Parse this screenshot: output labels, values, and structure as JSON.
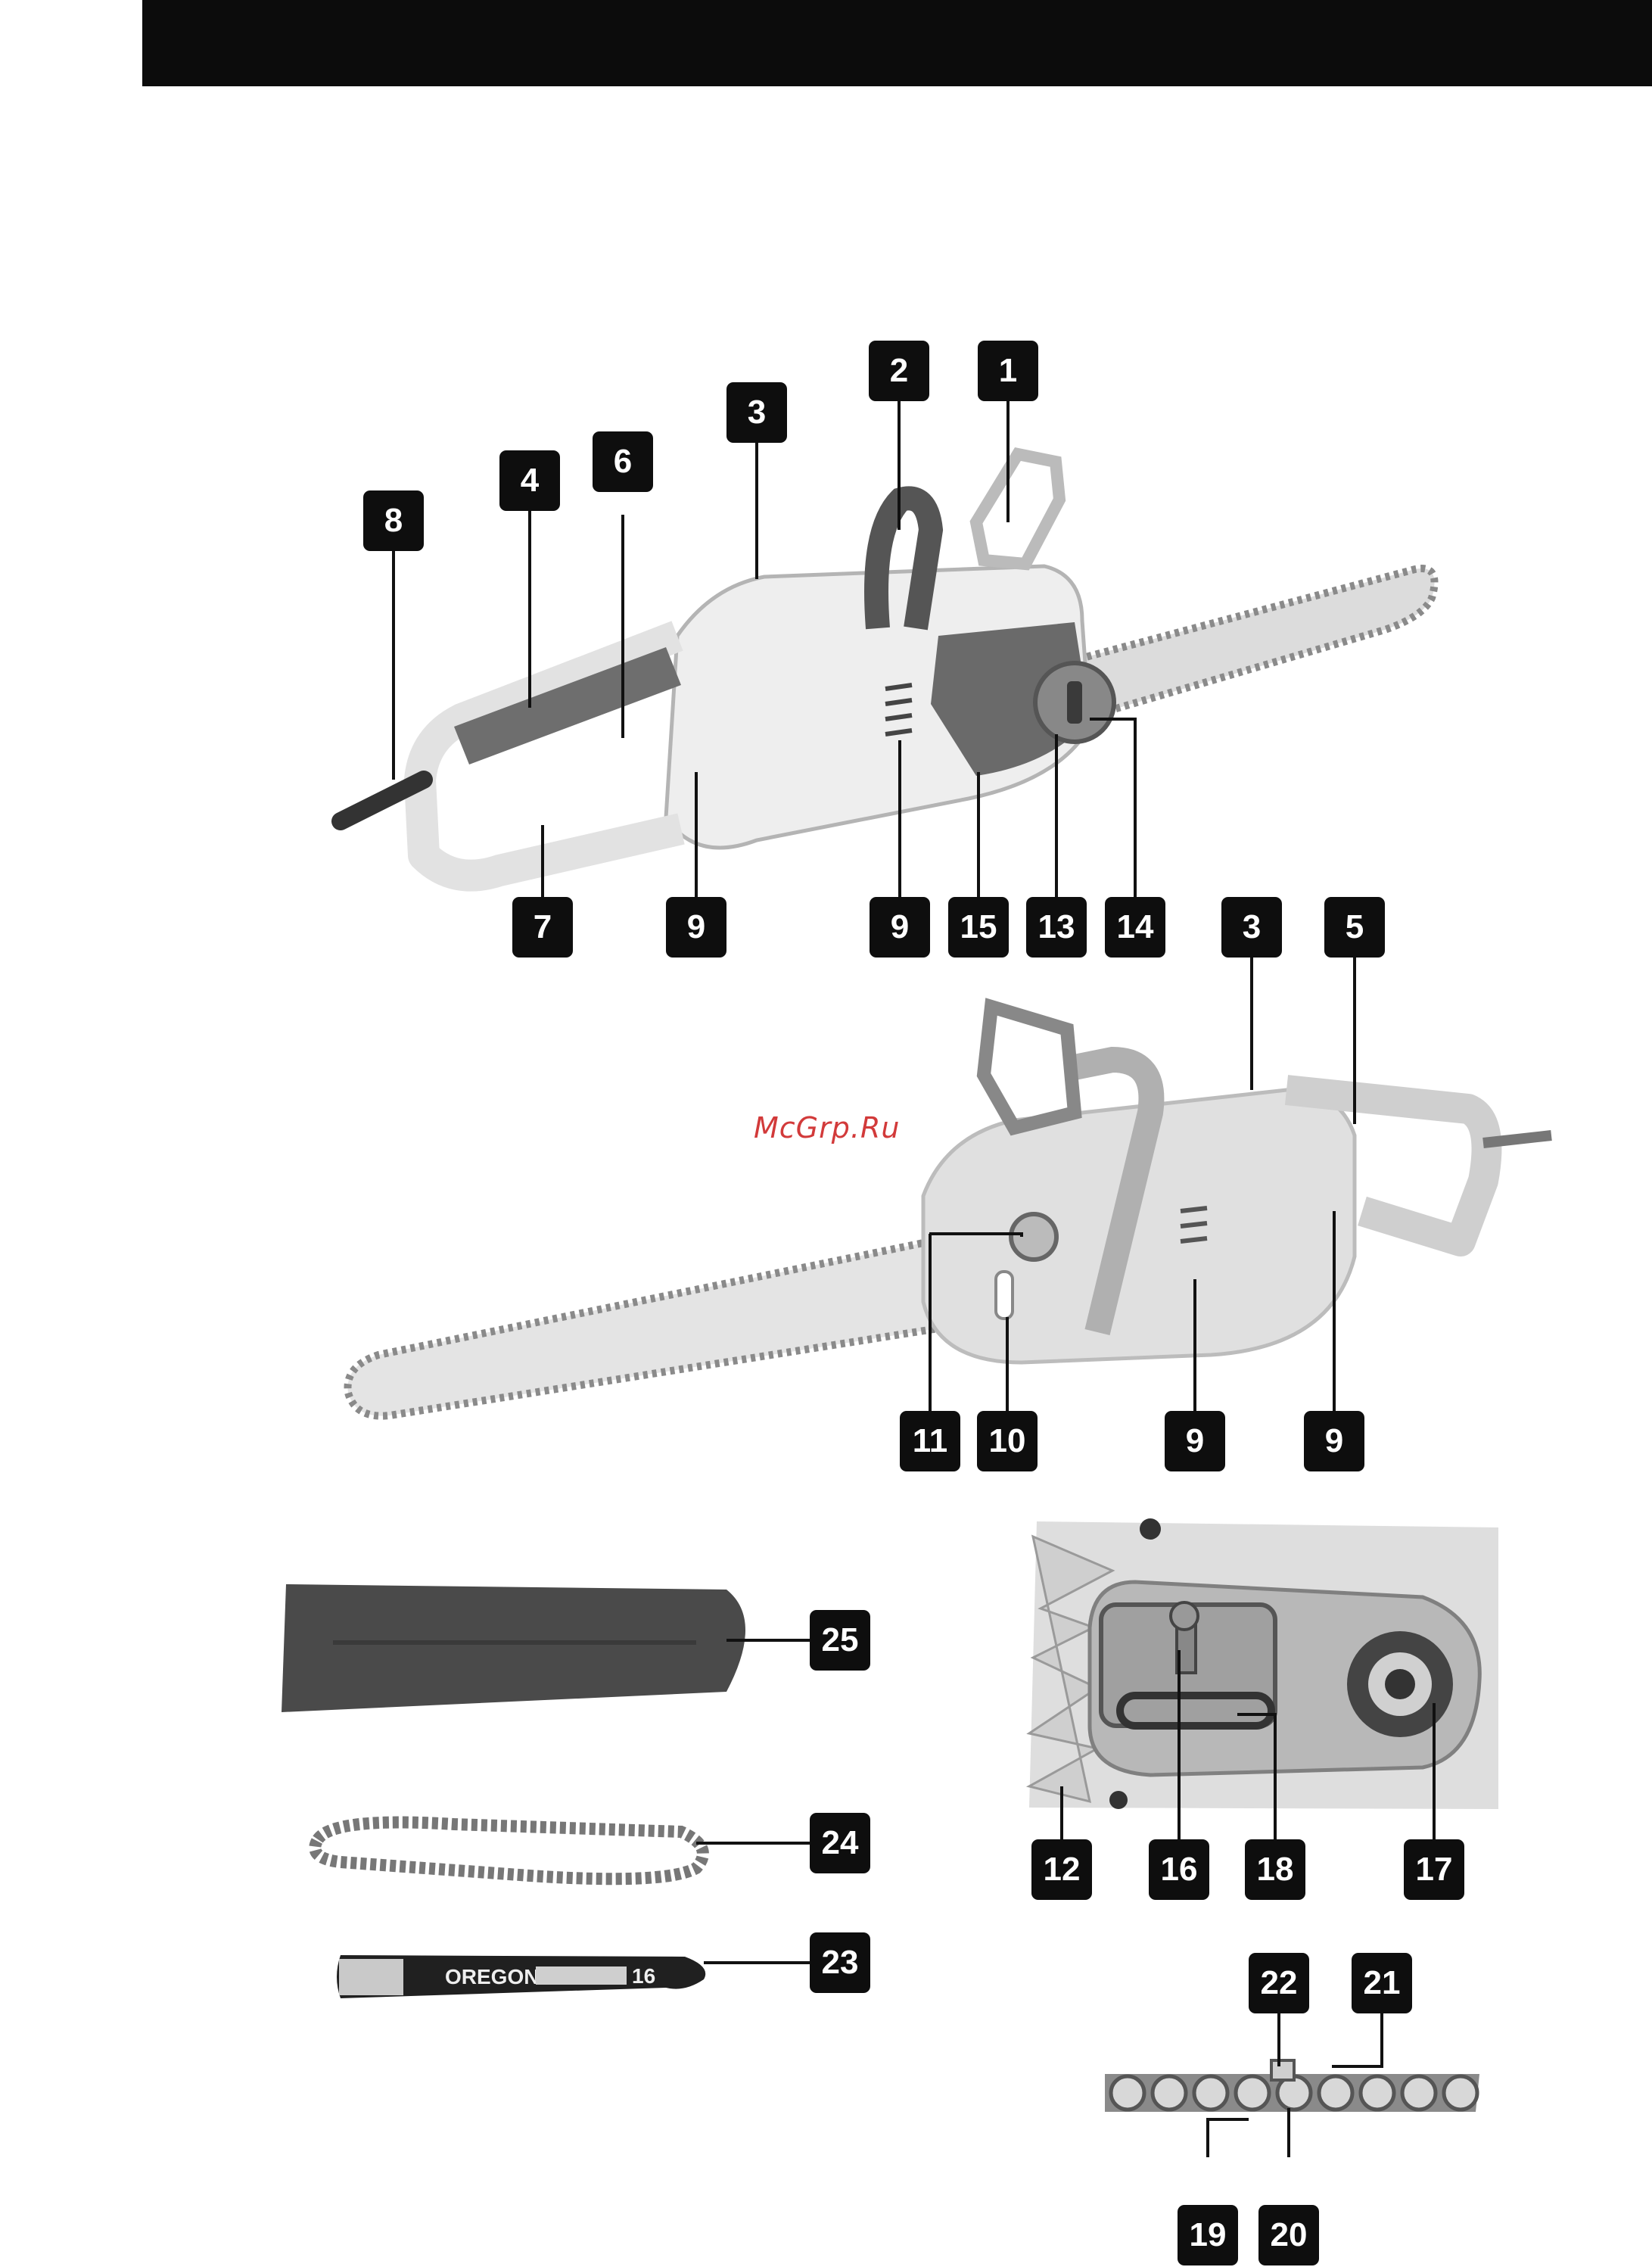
{
  "watermark": "McGrp.Ru",
  "bar_brand": "OREGON",
  "bar_size": "16",
  "callouts": [
    {
      "id": "1",
      "label": "1"
    },
    {
      "id": "2",
      "label": "2"
    },
    {
      "id": "3a",
      "label": "3"
    },
    {
      "id": "4",
      "label": "4"
    },
    {
      "id": "6",
      "label": "6"
    },
    {
      "id": "8",
      "label": "8"
    },
    {
      "id": "7",
      "label": "7"
    },
    {
      "id": "9a",
      "label": "9"
    },
    {
      "id": "9b",
      "label": "9"
    },
    {
      "id": "15",
      "label": "15"
    },
    {
      "id": "13",
      "label": "13"
    },
    {
      "id": "14",
      "label": "14"
    },
    {
      "id": "3b",
      "label": "3"
    },
    {
      "id": "5",
      "label": "5"
    },
    {
      "id": "11",
      "label": "11"
    },
    {
      "id": "10",
      "label": "10"
    },
    {
      "id": "9c",
      "label": "9"
    },
    {
      "id": "9d",
      "label": "9"
    },
    {
      "id": "25",
      "label": "25"
    },
    {
      "id": "24",
      "label": "24"
    },
    {
      "id": "23",
      "label": "23"
    },
    {
      "id": "12",
      "label": "12"
    },
    {
      "id": "16",
      "label": "16"
    },
    {
      "id": "18",
      "label": "18"
    },
    {
      "id": "17",
      "label": "17"
    },
    {
      "id": "22",
      "label": "22"
    },
    {
      "id": "21",
      "label": "21"
    },
    {
      "id": "19",
      "label": "19"
    },
    {
      "id": "20",
      "label": "20"
    }
  ]
}
